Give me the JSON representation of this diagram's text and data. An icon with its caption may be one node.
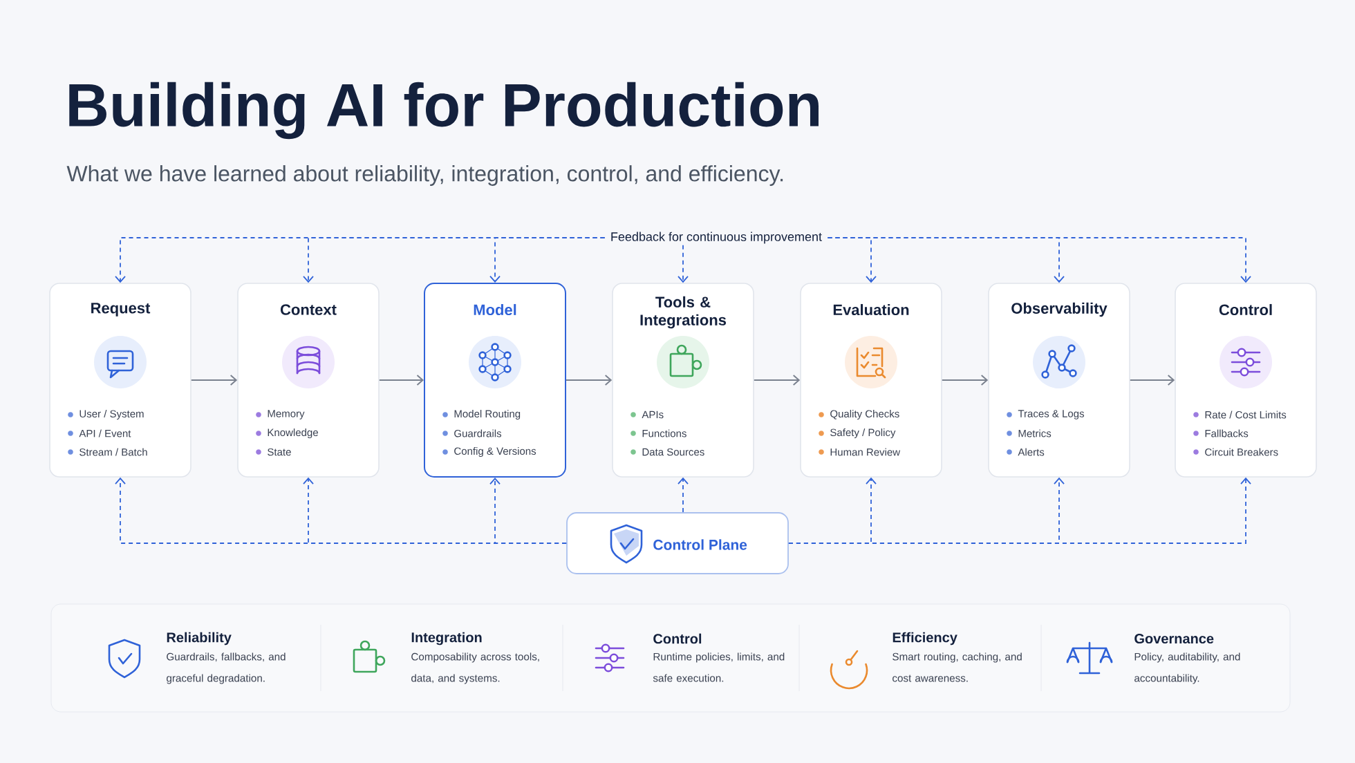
{
  "diagram": {
    "title": "Building AI for Production",
    "nodes": [
      {
        "text": [
          "Request",
          "User / System",
          "API / Event",
          "Stream / Batch"
        ]
      },
      {
        "text": [
          "Context",
          "Memory",
          "Knowledge",
          "State"
        ]
      },
      {
        "text": [
          "Model",
          "Model Routing",
          "Guardrails",
          "Config & Versions"
        ]
      },
      {
        "text": [
          "Tools & Integrations",
          "APIs",
          "Functions",
          "Data Sources"
        ]
      },
      {
        "text": [
          "Evaluation",
          "Quality Checks",
          "Safety / Policy",
          "Human Review"
        ]
      },
      {
        "text": [
          "Observability",
          "Traces & Logs",
          "Metrics",
          "Alerts"
        ]
      },
      {
        "text": [
          "Control",
          "Rate / Cost Limits",
          "Fallbacks",
          "Circuit Breakers"
        ]
      },
      {
        "text": [
          "Feedback for continuous improvement"
        ]
      },
      {
        "text": [
          "Control Plane"
        ]
      }
    ],
    "edges": [
      {
        "from": 0,
        "to": 1,
        "arrow": "to",
        "color": "#7a818e"
      },
      {
        "from": 1,
        "to": 2,
        "arrow": "to",
        "color": "#7a818e"
      },
      {
        "from": 2,
        "to": 3,
        "arrow": "to",
        "color": "#7a818e"
      },
      {
        "from": 3,
        "to": 4,
        "arrow": "to",
        "color": "#7a818e"
      },
      {
        "from": 4,
        "to": 5,
        "arrow": "to",
        "color": "#7a818e"
      },
      {
        "from": 5,
        "to": 6,
        "arrow": "to",
        "color": "#7a818e"
      },
      {
        "from": 7,
        "to": 0,
        "arrow": "to",
        "style": "dashed"
      },
      {
        "from": 7,
        "to": 1,
        "arrow": "to",
        "style": "dashed"
      },
      {
        "from": 7,
        "to": 2,
        "arrow": "to",
        "style": "dashed"
      },
      {
        "from": 7,
        "to": 3,
        "arrow": "to",
        "style": "dashed"
      },
      {
        "from": 7,
        "to": 4,
        "arrow": "to",
        "style": "dashed"
      },
      {
        "from": 7,
        "to": 5,
        "arrow": "to",
        "style": "dashed"
      },
      {
        "from": 7,
        "to": 6,
        "arrow": "to",
        "style": "dashed"
      },
      {
        "from": 8,
        "to": 0,
        "arrow": "to",
        "style": "dashed"
      },
      {
        "from": 8,
        "to": 1,
        "arrow": "to",
        "style": "dashed"
      },
      {
        "from": 8,
        "to": 2,
        "arrow": "to",
        "style": "dashed"
      },
      {
        "from": 8,
        "to": 3,
        "arrow": "to",
        "style": "dashed"
      },
      {
        "from": 8,
        "to": 4,
        "arrow": "to",
        "style": "dashed"
      },
      {
        "from": 8,
        "to": 5,
        "arrow": "to",
        "style": "dashed"
      },
      {
        "from": 8,
        "to": 6,
        "arrow": "to",
        "style": "dashed"
      }
    ],
    "labels": [
      "What we have learned about reliability, integration, control, and efficiency.",
      "Reliability",
      "Guardrails, fallbacks, and graceful degradation.",
      "Integration",
      "Composability across tools, data, and systems.",
      "Control",
      "Runtime policies, limits, and safe execution.",
      "Efficiency",
      "Smart routing, caching, and cost awareness.",
      "Governance",
      "Policy, auditability, and accountability."
    ]
  }
}
